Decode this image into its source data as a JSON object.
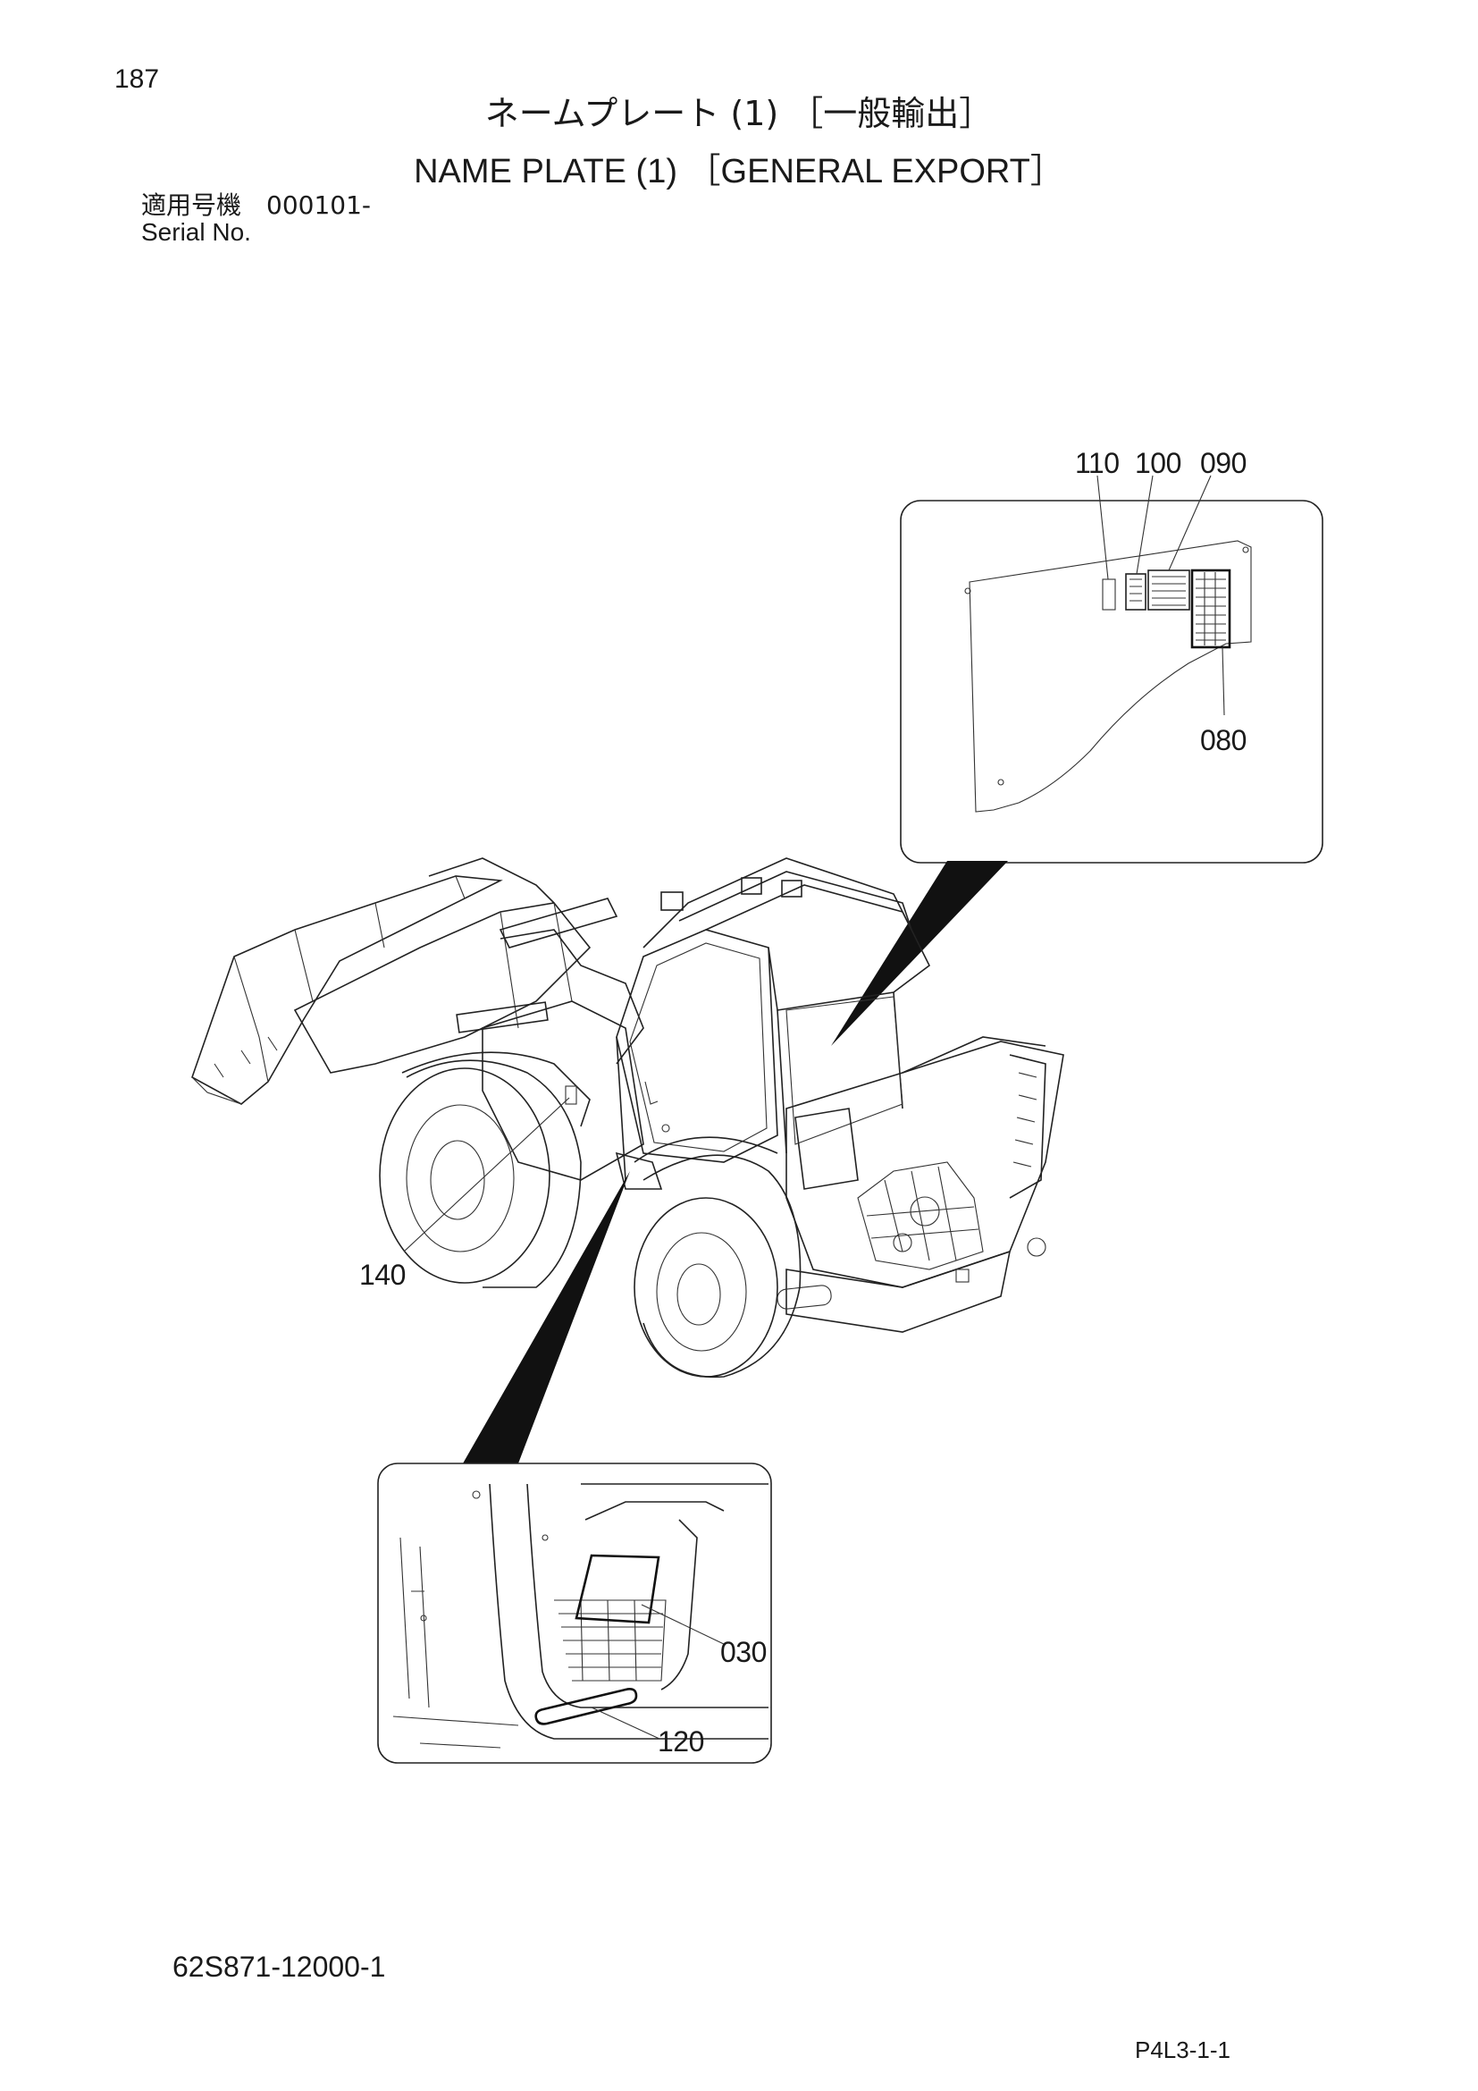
{
  "header": {
    "page_number": "187",
    "title_jp": "ネームプレート (1) ［一般輸出］",
    "title_en": "NAME PLATE (1) ［GENERAL EXPORT］",
    "serial_label_jp": "適用号機　000101-",
    "serial_label_en": "Serial No."
  },
  "callouts": {
    "c110": "110",
    "c100": "100",
    "c090": "090",
    "c080": "080",
    "c140": "140",
    "c030": "030",
    "c120": "120"
  },
  "footer": {
    "drawing_number": "62S871-12000-1",
    "page_code": "P4L3-1-1"
  }
}
